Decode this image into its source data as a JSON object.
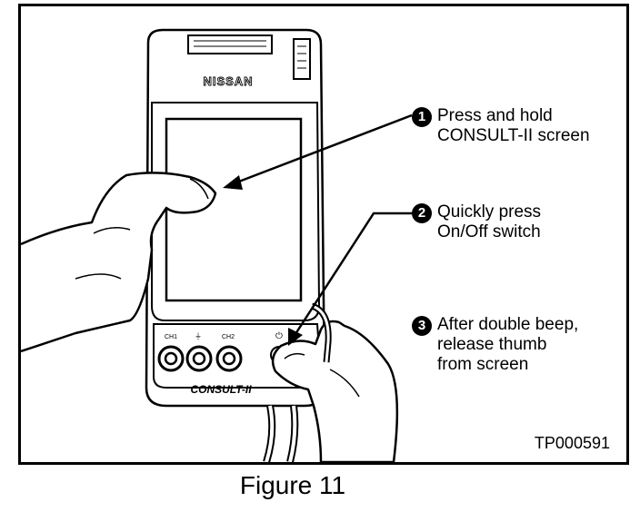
{
  "device": {
    "brand": "NISSAN",
    "model": "CONSULT-II",
    "port_labels": [
      "CH1",
      "⏚",
      "CH2"
    ],
    "power_symbol": "⏻"
  },
  "steps": [
    {
      "number": "1",
      "lines": [
        "Press and hold",
        "CONSULT-II screen"
      ]
    },
    {
      "number": "2",
      "lines": [
        "Quickly press",
        "On/Off switch"
      ]
    },
    {
      "number": "3",
      "lines": [
        "After double beep,",
        "release thumb",
        "from screen"
      ]
    }
  ],
  "reference_code": "TP000591",
  "caption": "Figure 11"
}
